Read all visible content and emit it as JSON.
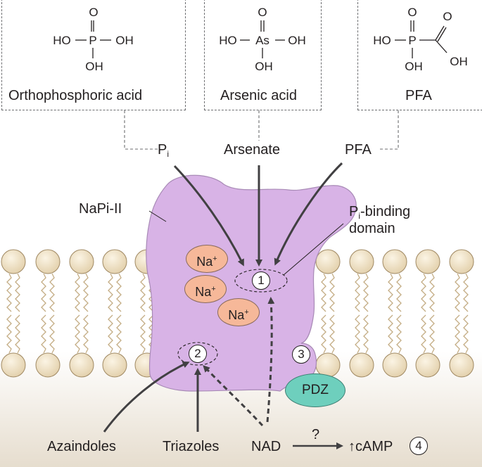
{
  "acids": [
    {
      "name": "Orthophosphoric acid",
      "center": "P",
      "left": "HO",
      "right": "OH",
      "top": "O",
      "bottom": "OH"
    },
    {
      "name": "Arsenic acid",
      "center": "As",
      "left": "HO",
      "right": "OH",
      "top": "O",
      "bottom": "OH"
    },
    {
      "name": "PFA",
      "center": "P",
      "left": "HO",
      "top": "O",
      "bottom": "OH",
      "carboxyl_top": "O",
      "carboxyl_right": "OH"
    }
  ],
  "substrates": {
    "pi_main": "P",
    "pi_sub": "i",
    "arsenate": "Arsenate",
    "pfa": "PFA"
  },
  "transporter": {
    "name": "NaPi-II",
    "binding_domain_main": "P",
    "binding_domain_sub": "i",
    "binding_domain_rest": "-binding",
    "binding_domain_line2": "domain",
    "sodium_label": "Na",
    "sodium_charge": "+"
  },
  "sites": {
    "one": "1",
    "two": "2",
    "three": "3",
    "four": "4"
  },
  "pdz": "PDZ",
  "inhibitors": {
    "azaindoles": "Azaindoles",
    "triazoles": "Triazoles",
    "nad": "NAD"
  },
  "question": "?",
  "camp": "↑cAMP",
  "colors": {
    "membrane_head": "#ecdcbd",
    "membrane_head_stroke": "#a08963",
    "tail": "#c4ad85",
    "protein": "#d8b3e6",
    "protein_stroke": "#a88ab6",
    "sodium": "#f6b899",
    "pdz": "#6ecfbd",
    "arrow": "#414042",
    "cytoplasm": "#e8e0d2"
  }
}
